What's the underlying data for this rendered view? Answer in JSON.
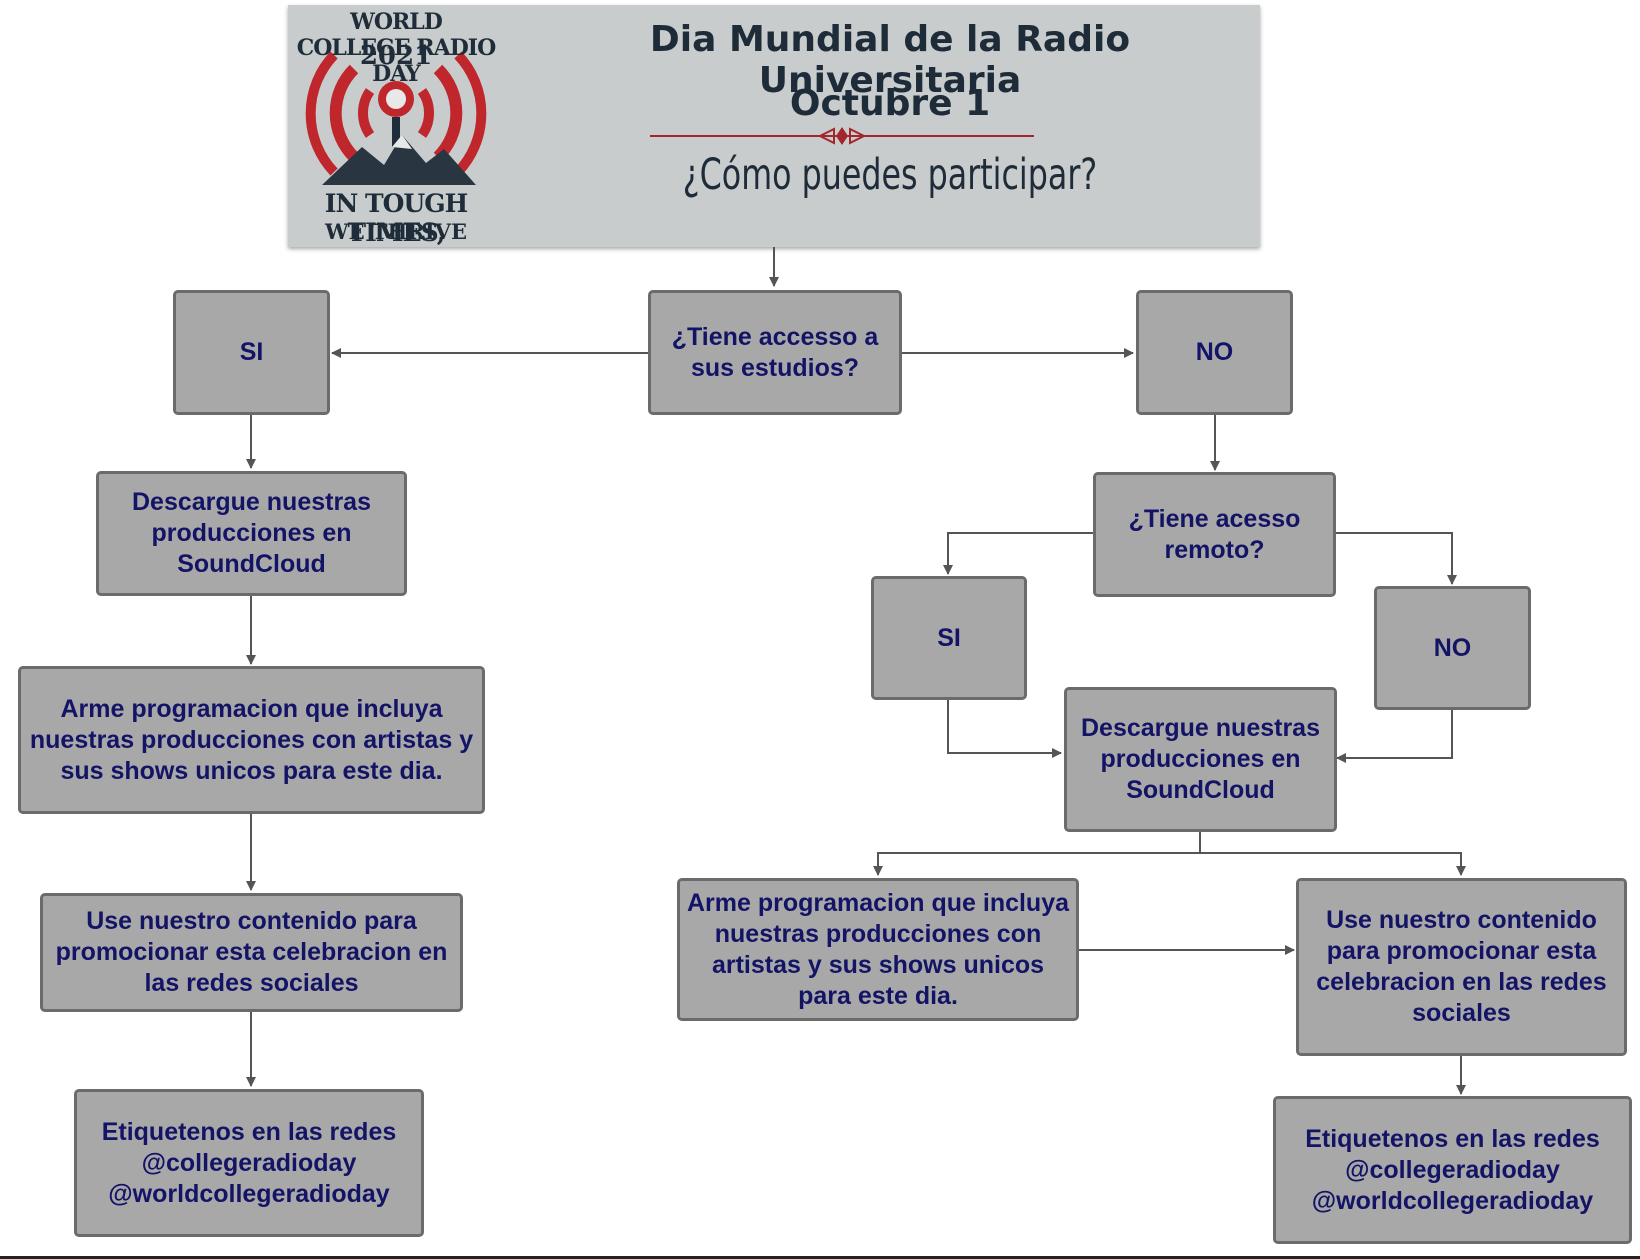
{
  "header": {
    "logo": {
      "top_text": "WORLD COLLEGE RADIO DAY",
      "year": "2021",
      "bottom_text_1": "IN TOUGH TIMES,",
      "bottom_text_2": "WE THRIVE",
      "colors": {
        "arcs": "#c0272d",
        "ink": "#1f2d3a"
      }
    },
    "title": "Dia Mundial de la Radio Universitaria",
    "date": "Octubre 1",
    "subtitle": "¿Cómo puedes participar?",
    "colors": {
      "background": "#c9cccc",
      "text": "#1e2b38",
      "divider": "#a3262c"
    }
  },
  "flow": {
    "question_studio": "¿Tiene accesso a sus estudios?",
    "left": {
      "answer": "SI",
      "download": "Descargue nuestras producciones en SoundCloud",
      "program": "Arme programacion que incluya nuestras producciones con artistas y sus shows unicos para este dia.",
      "promote": "Use nuestro contenido para promocionar esta celebracion en las redes sociales",
      "tag_line1": "Etiquetenos en las redes",
      "tag_line2": "@collegeradioday",
      "tag_line3": "@worldcollegeradioday"
    },
    "right": {
      "answer": "NO",
      "question_remote": "¿Tiene acesso remoto?",
      "remote_yes": "SI",
      "remote_no": "NO",
      "download": "Descargue nuestras producciones en SoundCloud",
      "program": "Arme programacion que incluya nuestras producciones con artistas y sus shows unicos para este dia.",
      "promote": "Use nuestro contenido para promocionar esta celebracion en las redes sociales",
      "tag_line1": "Etiquetenos en las redes",
      "tag_line2": "@collegeradioday",
      "tag_line3": "@worldcollegeradioday"
    },
    "colors": {
      "node_fill": "#a8a8a8",
      "node_border": "#6b6b6b",
      "node_text": "#141466",
      "edge": "#555555"
    }
  }
}
